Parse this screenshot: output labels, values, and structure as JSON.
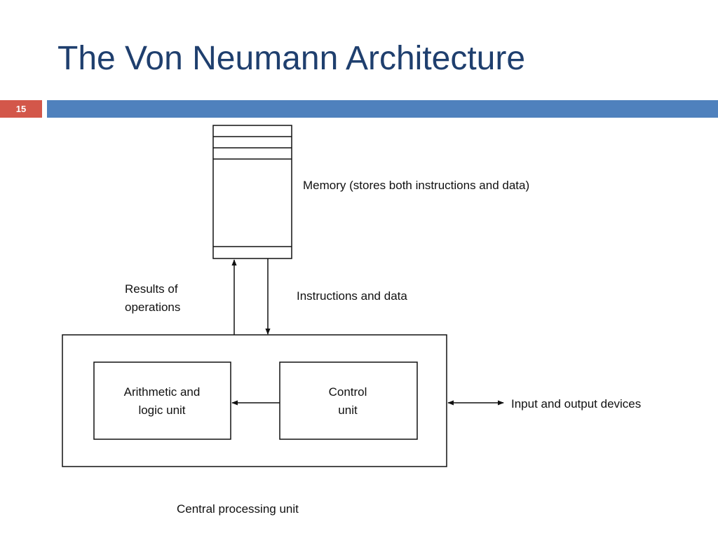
{
  "slide": {
    "title": "The Von Neumann Architecture",
    "number": "15"
  },
  "diagram": {
    "memory_label": "Memory (stores both instructions and data)",
    "results_label": [
      "Results of",
      "operations"
    ],
    "instructions_label": "Instructions and data",
    "alu_label": [
      "Arithmetic and",
      "logic unit"
    ],
    "control_label": [
      "Control",
      "unit"
    ],
    "io_label": "Input and output devices",
    "cpu_label": "Central processing unit"
  },
  "colors": {
    "title": "#1f3f6e",
    "number_tag": "#d3574a",
    "title_bar": "#4f81bd"
  }
}
